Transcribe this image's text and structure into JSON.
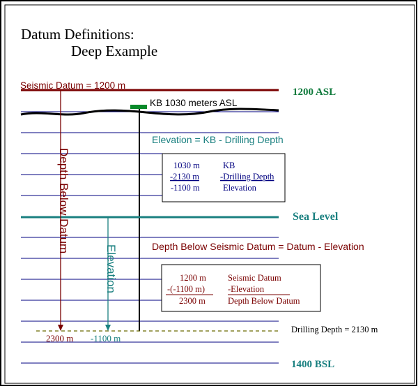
{
  "title": {
    "line1": "Datum Definitions:",
    "line2": "Deep Example"
  },
  "labels": {
    "seismic_datum": "Seismic Datum = 1200 m",
    "asl_1200": "1200 ASL",
    "kb": "KB 1030 meters ASL",
    "elevation_formula": "Elevation = KB - Drilling Depth",
    "sea_level": "Sea Level",
    "depth_formula": "Depth Below Seismic Datum = Datum - Elevation",
    "drilling_depth": "Drilling Depth = 2130 m",
    "bsl_1400": "1400 BSL",
    "depth_below_datum_vertical": "Depth Below Datum",
    "elevation_vertical": "Elevation",
    "depth_value": "2300 m",
    "elevation_value": "-1100 m"
  },
  "box1": {
    "row1": {
      "value": "1030 m",
      "name": "KB"
    },
    "row2": {
      "value": "-2130 m",
      "name": "-Drilling Depth"
    },
    "row3": {
      "value": "-1100 m",
      "name": "Elevation"
    }
  },
  "box2": {
    "row1": {
      "value": "1200 m",
      "name": "Seismic Datum"
    },
    "row2": {
      "value": "-(-1100 m)",
      "name": "-Elevation"
    },
    "row3": {
      "value": "2300 m",
      "name": "Depth Below Datum"
    }
  },
  "colors": {
    "datum_red": "#7a0000",
    "teal": "#1a8080",
    "green": "#0f7a3c",
    "line_blue": "#000080",
    "black": "#000000",
    "kb_marker": "#0a8a2a",
    "dashed": "#6b6b00"
  }
}
